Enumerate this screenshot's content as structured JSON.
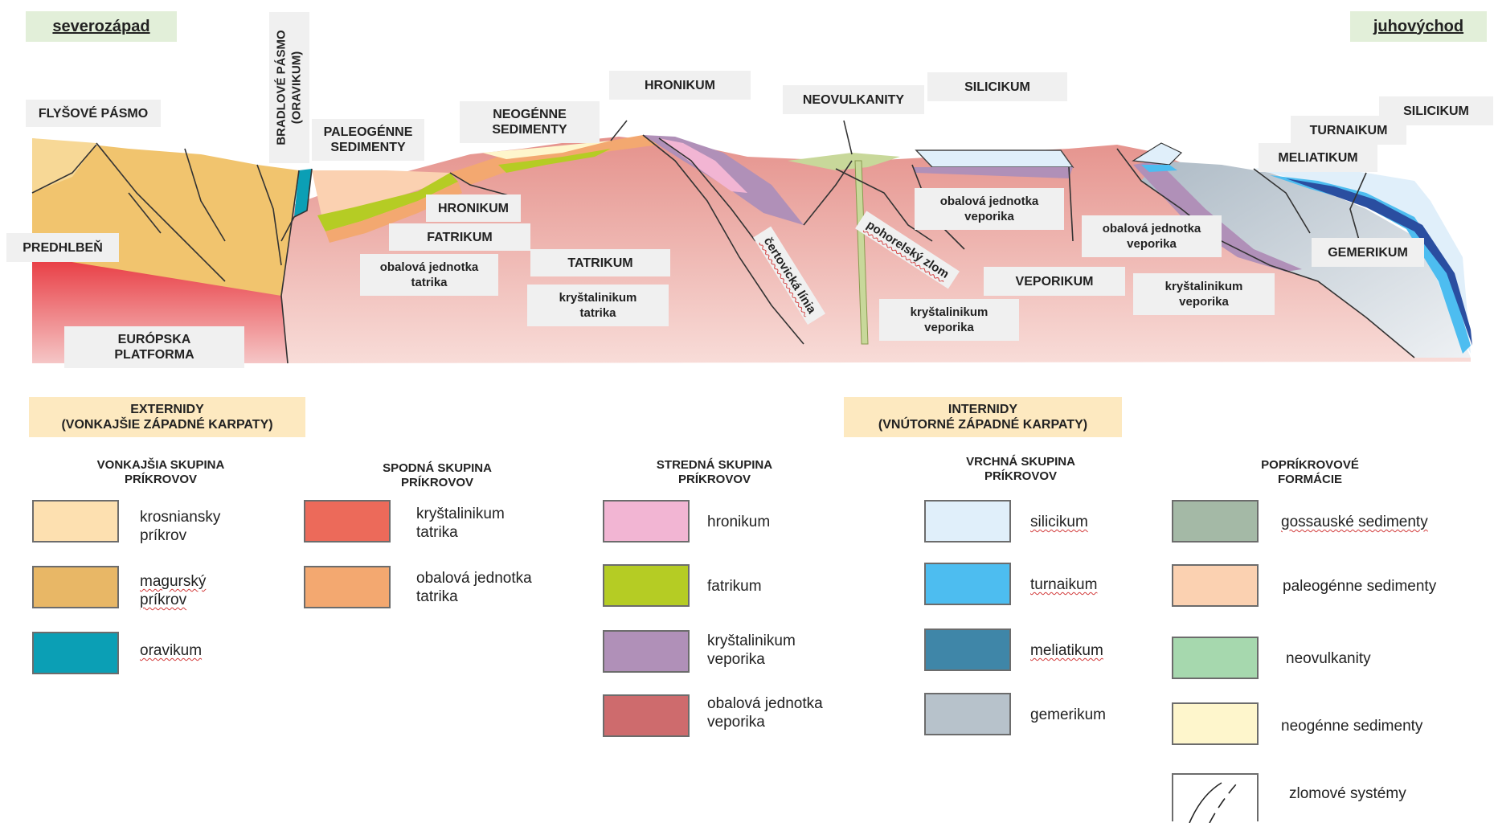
{
  "directions": {
    "left": "severozápad",
    "right": "juhovýchod"
  },
  "section_labels": {
    "flysch": "FLYŠOVÉ PÁSMO",
    "bradlove": "BRADLOVÉ PÁSMO\n(ORAVIKUM)",
    "paleogene": "PALEOGÉNNE\nSEDIMENTY",
    "neogene": "NEOGÉNNE\nSEDIMENTY",
    "hronikum_top": "HRONIKUM",
    "neovulkanity": "NEOVULKANITY",
    "silicikum_mid": "SILICIKUM",
    "silicikum_right": "SILICIKUM",
    "turnaikum": "TURNAIKUM",
    "meliatikum": "MELIATIKUM",
    "predhlben": "PREDHLBEŇ",
    "hronikum_mid": "HRONIKUM",
    "fatrikum": "FATRIKUM",
    "obalova_tatrika": "obalová jednotka\ntatrika",
    "tatrikum": "TATRIKUM",
    "krystalinikum_tatrika": "kryštalinikum\ntatrika",
    "europska": "EURÓPSKA\nPLATFORMA",
    "obalova_veporika_1": "obalová jednotka\nveporika",
    "obalova_veporika_2": "obalová jednotka\nveporika",
    "veporikum": "VEPORIKUM",
    "krystalinikum_veporika_1": "kryštalinikum\nveporika",
    "krystalinikum_veporika_2": "kryštalinikum\nveporika",
    "gemerikum": "GEMERIKUM",
    "certovicka": "čertovická línia",
    "pohorelsky": "pohorelský zlom"
  },
  "bands": {
    "externidy": "EXTERNIDY\n(VONKAJŠIE ZÁPADNÉ KARPATY)",
    "internidy": "INTERNIDY\n(VNÚTORNÉ ZÁPADNÉ KARPATY)"
  },
  "legend": {
    "groups": [
      {
        "title": "VONKAJŠIA SKUPINA\nPRÍKROVOV",
        "items": [
          {
            "label": "krosniansky\npríkrov",
            "color": "#fde0b0"
          },
          {
            "label": "magurský\npríkrov",
            "color": "#e8b766"
          },
          {
            "label": "oravikum",
            "color": "#0b9fb5"
          }
        ]
      },
      {
        "title": "SPODNÁ SKUPINA\nPRÍKROVOV",
        "items": [
          {
            "label": "kryštalinikum\ntatrika",
            "color": "#ec6a5a"
          },
          {
            "label": "obalová jednotka\ntatrika",
            "color": "#f3a870"
          }
        ]
      },
      {
        "title": "STREDNÁ SKUPINA\nPRÍKROVOV",
        "items": [
          {
            "label": "hronikum",
            "color": "#f2b5d3"
          },
          {
            "label": "fatrikum",
            "color": "#b5cc24"
          },
          {
            "label": "kryštalinikum\nveporika",
            "color": "#b090b8"
          },
          {
            "label": "obalová jednotka\nveporika",
            "color": "#ce6b6d"
          }
        ]
      },
      {
        "title": "VRCHNÁ SKUPINA\nPRÍKROVOV",
        "items": [
          {
            "label": "silicikum",
            "color": "#e0effa"
          },
          {
            "label": "turnaikum",
            "color": "#4dbdf0"
          },
          {
            "label": "meliatikum",
            "color": "#3f86a8"
          },
          {
            "label": "gemerikum",
            "color": "#b7c2cb"
          }
        ]
      },
      {
        "title": "POPRÍKROVOVÉ\nFORMÁCIE",
        "items": [
          {
            "label": "gossauské sedimenty",
            "color": "#a4b9a6"
          },
          {
            "label": "paleogénne sedimenty",
            "color": "#fbd1b1"
          },
          {
            "label": "neovulkanity",
            "color": "#a6d8ae"
          },
          {
            "label": "neogénne sedimenty",
            "color": "#fef6cc"
          },
          {
            "label": "zlomové systémy",
            "color": "#ffffff"
          }
        ]
      }
    ]
  },
  "colors": {
    "rock_pink": "#ea9d97",
    "rock_pink_light": "#f3c4be",
    "europe_red": "#e94b4d",
    "flysch": "#f2c56f",
    "flysch_dark": "#e0ae55",
    "fault_line": "#333333"
  }
}
